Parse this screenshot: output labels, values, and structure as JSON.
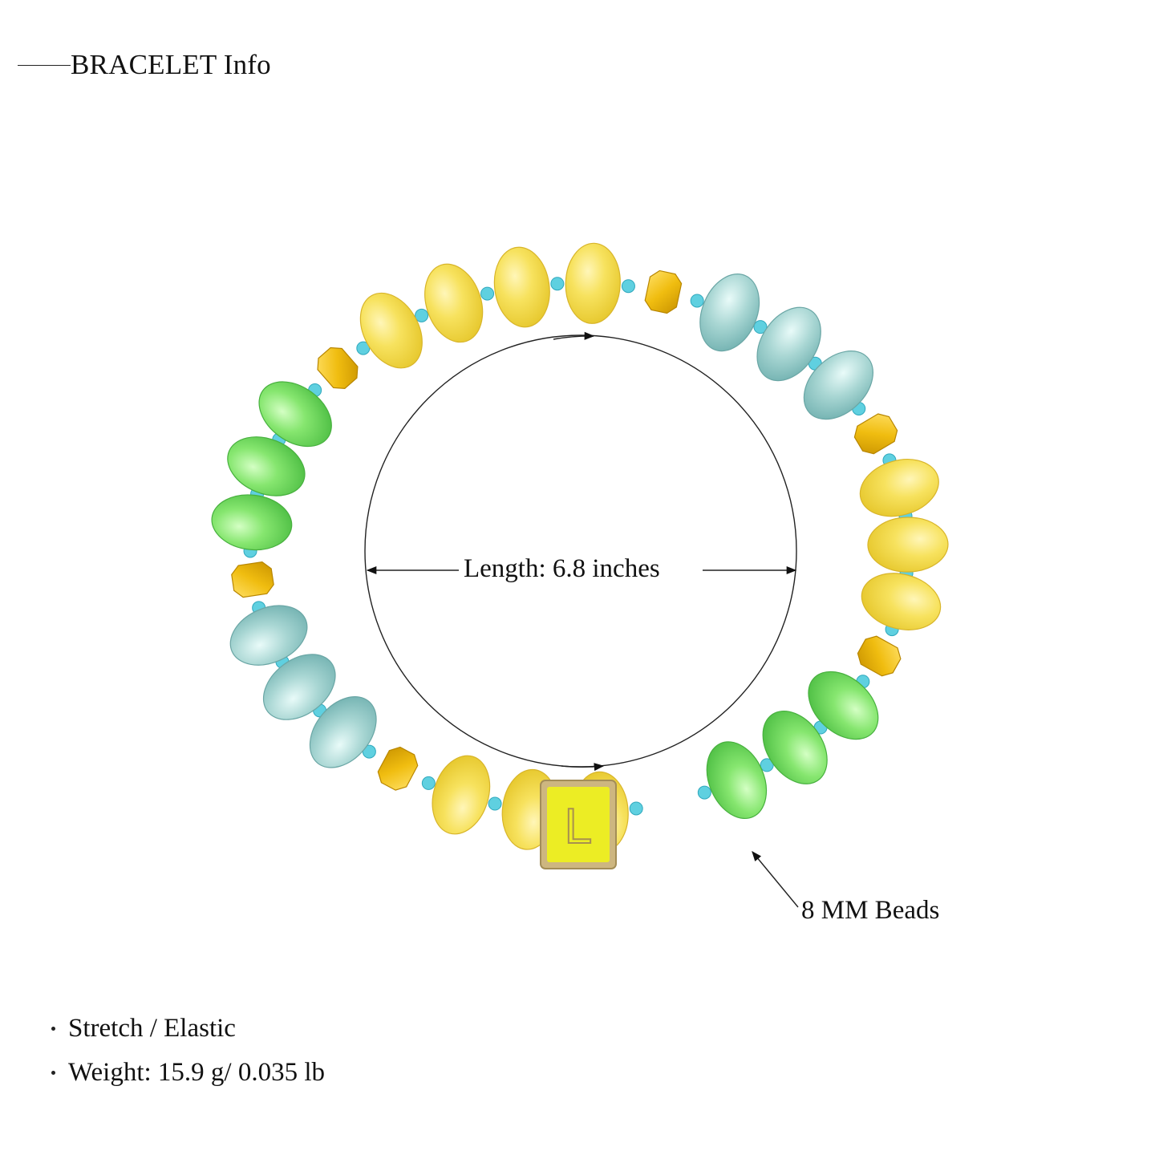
{
  "header": {
    "title": "BRACELET Info"
  },
  "measurements": {
    "length_label": "Length: 6.8 inches",
    "bead_label": "8 MM Beads"
  },
  "charm": {
    "letter": "L"
  },
  "specs": [
    "Stretch / Elastic",
    "Weight: 15.9 g/ 0.035 lb"
  ],
  "colors": {
    "yellow_jade": "#f7e15a",
    "green_jade": "#7fe36a",
    "aqua_jade": "#a6d4d2",
    "faceted_yellow": "#f2c418",
    "seed_bead": "#5fd0e0",
    "charm_enamel": "#eded1e",
    "charm_frame": "#c9b27a"
  }
}
